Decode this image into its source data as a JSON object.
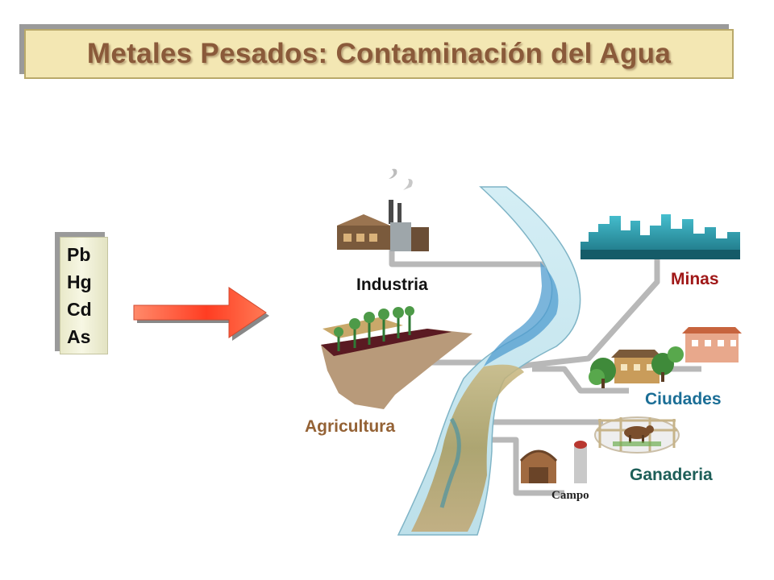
{
  "title": "Metales Pesados: Contaminación del Agua",
  "metals": [
    "Pb",
    "Hg",
    "Cd",
    "As"
  ],
  "sources": {
    "industria": "Industria",
    "minas": "Minas",
    "agricultura": "Agricultura",
    "ciudades": "Ciudades",
    "ganaderia": "Ganaderia",
    "campo": "Campo"
  },
  "colors": {
    "title_text": "#8a5a3a",
    "title_bg": "#f3e7b3",
    "arrow": "#ff5a3c",
    "river": "#bfe3ee",
    "minas": "#a01818",
    "ciudades": "#1b6e96",
    "ganaderia": "#1d5e58",
    "agricultura": "#946235"
  },
  "icons": [
    "factory-icon",
    "skyline-icon",
    "farm-field-icon",
    "houses-icon",
    "cattle-icon",
    "barn-icon",
    "right-arrow-icon"
  ]
}
